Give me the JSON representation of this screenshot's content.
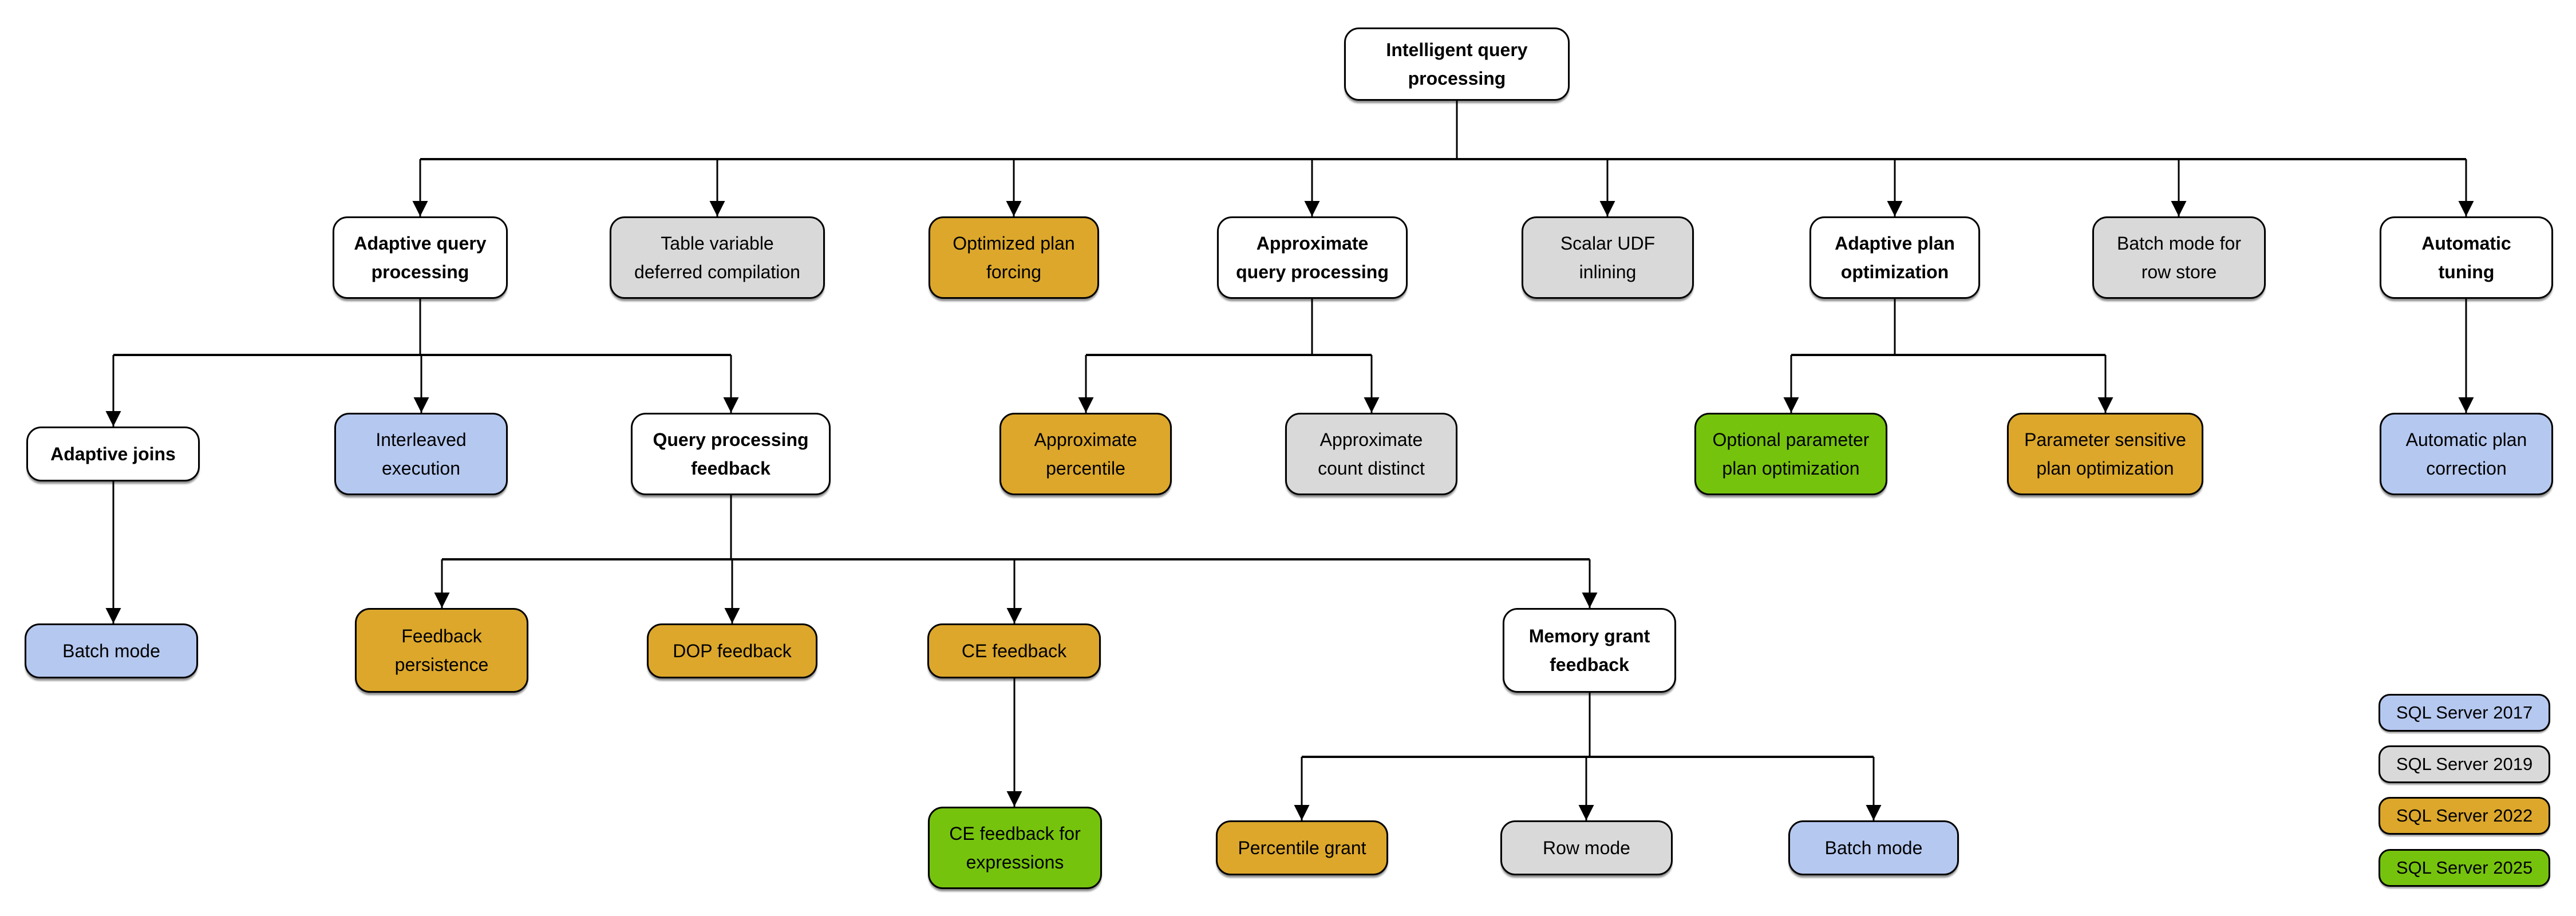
{
  "diagram": {
    "colors": {
      "white": "#ffffff",
      "gray": "#d9d9d9",
      "blue": "#b5c8f0",
      "gold": "#dca72b",
      "green": "#76c30e"
    },
    "nodes": [
      {
        "label": "Intelligent query\nprocessing",
        "color": "white"
      },
      {
        "label": "Adaptive query\nprocessing",
        "color": "white"
      },
      {
        "label": "Table variable\ndeferred compilation",
        "color": "gray"
      },
      {
        "label": "Optimized plan\nforcing",
        "color": "gold"
      },
      {
        "label": "Approximate\nquery processing",
        "color": "white"
      },
      {
        "label": "Scalar UDF\ninlining",
        "color": "gray"
      },
      {
        "label": "Adaptive plan\noptimization",
        "color": "white"
      },
      {
        "label": "Batch mode for\nrow store",
        "color": "gray"
      },
      {
        "label": "Automatic\ntuning",
        "color": "white"
      },
      {
        "label": "Adaptive joins",
        "color": "white"
      },
      {
        "label": "Interleaved\nexecution",
        "color": "blue"
      },
      {
        "label": "Query processing\nfeedback",
        "color": "white"
      },
      {
        "label": "Approximate\npercentile",
        "color": "gold"
      },
      {
        "label": "Approximate\ncount distinct",
        "color": "gray"
      },
      {
        "label": "Optional parameter\nplan optimization",
        "color": "green"
      },
      {
        "label": "Parameter sensitive\nplan optimization",
        "color": "gold"
      },
      {
        "label": "Automatic plan\ncorrection",
        "color": "blue"
      },
      {
        "label": "Batch mode",
        "color": "blue"
      },
      {
        "label": "Feedback\npersistence",
        "color": "gold"
      },
      {
        "label": "DOP feedback",
        "color": "gold"
      },
      {
        "label": "CE feedback",
        "color": "gold"
      },
      {
        "label": "Memory grant\nfeedback",
        "color": "white"
      },
      {
        "label": "CE feedback for\nexpressions",
        "color": "green"
      },
      {
        "label": "Percentile grant",
        "color": "gold"
      },
      {
        "label": "Row mode",
        "color": "gray"
      },
      {
        "label": "Batch mode",
        "color": "blue"
      }
    ],
    "legend": [
      {
        "label": "SQL Server 2017",
        "color": "blue"
      },
      {
        "label": "SQL Server 2019",
        "color": "gray"
      },
      {
        "label": "SQL Server 2022",
        "color": "gold"
      },
      {
        "label": "SQL Server 2025",
        "color": "green"
      }
    ]
  }
}
